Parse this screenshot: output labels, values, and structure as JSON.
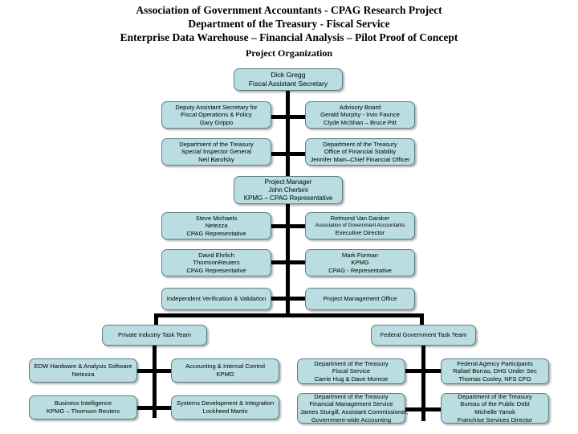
{
  "title": {
    "line1": "Association of Government Accountants - CPAG Research Project",
    "line2": "Department of the Treasury - Fiscal Service",
    "line3": "Enterprise Data Warehouse – Financial Analysis – Pilot Proof of Concept",
    "line4": "Project Organization"
  },
  "colors": {
    "box_fill": "#b9dde1",
    "box_border": "#5f7d85",
    "connector": "#000000",
    "text": "#000000",
    "background": "#ffffff"
  },
  "chart_data": {
    "type": "diagram",
    "title": "Project Organization",
    "nodes": [
      {
        "id": "dick-gregg",
        "lines": [
          "Dick Gregg",
          "Fiscal Assistant Secretary"
        ]
      },
      {
        "id": "deputy-asst-sec",
        "lines": [
          "Deputy Assistant Secretary for",
          "Fiscal Operations & Policy",
          "Gary Grippo"
        ]
      },
      {
        "id": "advisory-board",
        "lines": [
          "Advisory Board",
          "Gerald Murphy - Irvin Faunce",
          "Clyde McShan – Bruce Pitt"
        ]
      },
      {
        "id": "special-inspector",
        "lines": [
          "Department of the Treasury",
          "Special Inspector General",
          "Neil Barofsky"
        ]
      },
      {
        "id": "financial-stability",
        "lines": [
          "Department of the Treasury",
          "Office of Financial Stability",
          "Jennifer Main–Chief Financial Officer"
        ]
      },
      {
        "id": "project-manager",
        "lines": [
          "Project Manager",
          "John Cherbini",
          "KPMG – CPAG Representative"
        ]
      },
      {
        "id": "steve-michaels",
        "lines": [
          "Steve Michaels",
          "Netezza",
          "CPAG Representative"
        ]
      },
      {
        "id": "relmond-van-daniker",
        "lines": [
          "Relmond Van Daniker",
          "Association of Government Accountants",
          "Executive Director"
        ]
      },
      {
        "id": "david-ehrlich",
        "lines": [
          "David Ehrlich",
          "ThomsonReuters",
          "CPAG Representative"
        ]
      },
      {
        "id": "mark-forman",
        "lines": [
          "Mark Forman",
          "KPMG",
          "CPAG - Representative"
        ]
      },
      {
        "id": "ivv",
        "lines": [
          "Independent Verification & Validation"
        ]
      },
      {
        "id": "pmo",
        "lines": [
          "Project Management Office"
        ]
      },
      {
        "id": "private-task-team",
        "lines": [
          "Private Industry Task Team"
        ]
      },
      {
        "id": "federal-task-team",
        "lines": [
          "Federal Government Task Team"
        ]
      },
      {
        "id": "edw-hardware",
        "lines": [
          "EDW Hardware & Analysis Software",
          "Netezza"
        ]
      },
      {
        "id": "accounting-control",
        "lines": [
          "Accounting & Internal Control",
          "KPMG"
        ]
      },
      {
        "id": "business-intelligence",
        "lines": [
          "Business Intelligence",
          "KPMG – Thomson Reuters"
        ]
      },
      {
        "id": "systems-development",
        "lines": [
          "Systems Development & Integration",
          "Lockheed Martin"
        ]
      },
      {
        "id": "fiscal-service",
        "lines": [
          "Department of the Treasury",
          "Fiscal Service",
          "Carrie Hug & Dave Monroe"
        ]
      },
      {
        "id": "federal-agency",
        "lines": [
          "Federal Agency Participants",
          "Rafael Borras, DHS Under Sec",
          "Thomas Cooley, NFS CFO"
        ]
      },
      {
        "id": "financial-mgmt",
        "lines": [
          "Department of the Treasury",
          "Financial Management Service",
          "James Sturgill, Assistant Commissioner,",
          "Government-wide Accounting"
        ]
      },
      {
        "id": "public-debt",
        "lines": [
          "Department of the Treasury",
          "Bureau of the Public Debt",
          "Michelle Yanok",
          "Franchise Services Director"
        ]
      }
    ]
  },
  "nodes": {
    "dick_gregg": {
      "l1": "Dick Gregg",
      "l2": "Fiscal Assistant Secretary"
    },
    "deputy_asst_sec": {
      "l1": "Deputy Assistant Secretary for",
      "l2": "Fiscal Operations & Policy",
      "l3": "Gary Grippo"
    },
    "advisory_board": {
      "l1": "Advisory Board",
      "l2": "Gerald Murphy - Irvin Faunce",
      "l3": "Clyde McShan – Bruce Pitt"
    },
    "special_inspector": {
      "l1": "Department of the Treasury",
      "l2": "Special Inspector General",
      "l3": "Neil Barofsky"
    },
    "financial_stability": {
      "l1": "Department of the Treasury",
      "l2": "Office of Financial Stability",
      "l3": "Jennifer Main–Chief Financial Officer"
    },
    "project_manager": {
      "l1": "Project Manager",
      "l2": "John Cherbini",
      "l3": "KPMG – CPAG Representative"
    },
    "steve_michaels": {
      "l1": "Steve Michaels",
      "l2": "Netezza",
      "l3": "CPAG Representative"
    },
    "relmond_van_daniker": {
      "l1": "Relmond Van Daniker",
      "l2": "Association of Government Accountants",
      "l3": "Executive Director"
    },
    "david_ehrlich": {
      "l1": "David Ehrlich",
      "l2": "ThomsonReuters",
      "l3": "CPAG Representative"
    },
    "mark_forman": {
      "l1": "Mark Forman",
      "l2": "KPMG",
      "l3": "CPAG - Representative"
    },
    "ivv": {
      "l1": "Independent Verification & Validation"
    },
    "pmo": {
      "l1": "Project Management Office"
    },
    "private_task_team": {
      "l1": "Private Industry Task Team"
    },
    "federal_task_team": {
      "l1": "Federal Government Task Team"
    },
    "edw_hardware": {
      "l1": "EDW Hardware & Analysis Software",
      "l2": "Netezza"
    },
    "accounting_control": {
      "l1": "Accounting & Internal Control",
      "l2": "KPMG"
    },
    "business_intelligence": {
      "l1": "Business Intelligence",
      "l2": "KPMG – Thomson Reuters"
    },
    "systems_development": {
      "l1": "Systems Development & Integration",
      "l2": "Lockheed Martin"
    },
    "fiscal_service": {
      "l1": "Department of the Treasury",
      "l2": "Fiscal Service",
      "l3": "Carrie Hug & Dave Monroe"
    },
    "federal_agency": {
      "l1": "Federal Agency Participants",
      "l2": "Rafael Borras, DHS Under Sec",
      "l3": "Thomas Cooley, NFS CFO"
    },
    "financial_mgmt": {
      "l1": "Department of the Treasury",
      "l2": "Financial Management Service",
      "l3": "James Sturgill, Assistant Commissioner,",
      "l4": "Government-wide Accounting"
    },
    "public_debt": {
      "l1": "Department of the Treasury",
      "l2": "Bureau of the Public Debt",
      "l3": "Michelle Yanok",
      "l4": "Franchise Services Director"
    }
  }
}
